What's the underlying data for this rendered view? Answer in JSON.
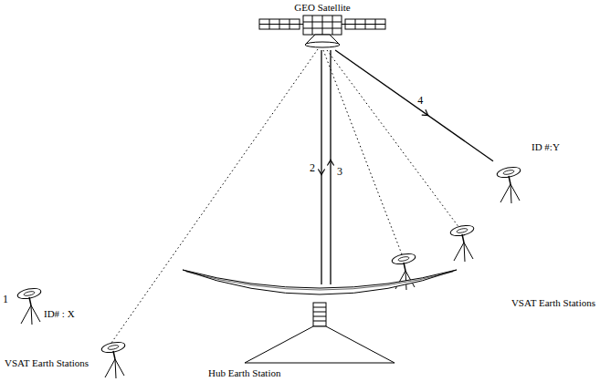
{
  "diagram": {
    "nodes": [
      {
        "text": [
          "GEO Satellite"
        ]
      },
      {
        "text": [
          "ID# : X"
        ]
      },
      {
        "text": [
          "Hub Earth Station"
        ]
      },
      {
        "text": [
          "ID #:Y"
        ]
      }
    ],
    "edges": [
      {
        "from": 1,
        "to": 0,
        "arrow": "to",
        "label": "1"
      },
      {
        "from": 0,
        "to": 2,
        "arrow": "to",
        "label": "2"
      },
      {
        "from": 2,
        "to": 0,
        "arrow": "to",
        "label": "3"
      },
      {
        "from": 0,
        "to": 3,
        "arrow": "to",
        "label": "4"
      }
    ],
    "labels": [
      "VSAT Earth Stations",
      "VSAT Earth Stations"
    ]
  }
}
